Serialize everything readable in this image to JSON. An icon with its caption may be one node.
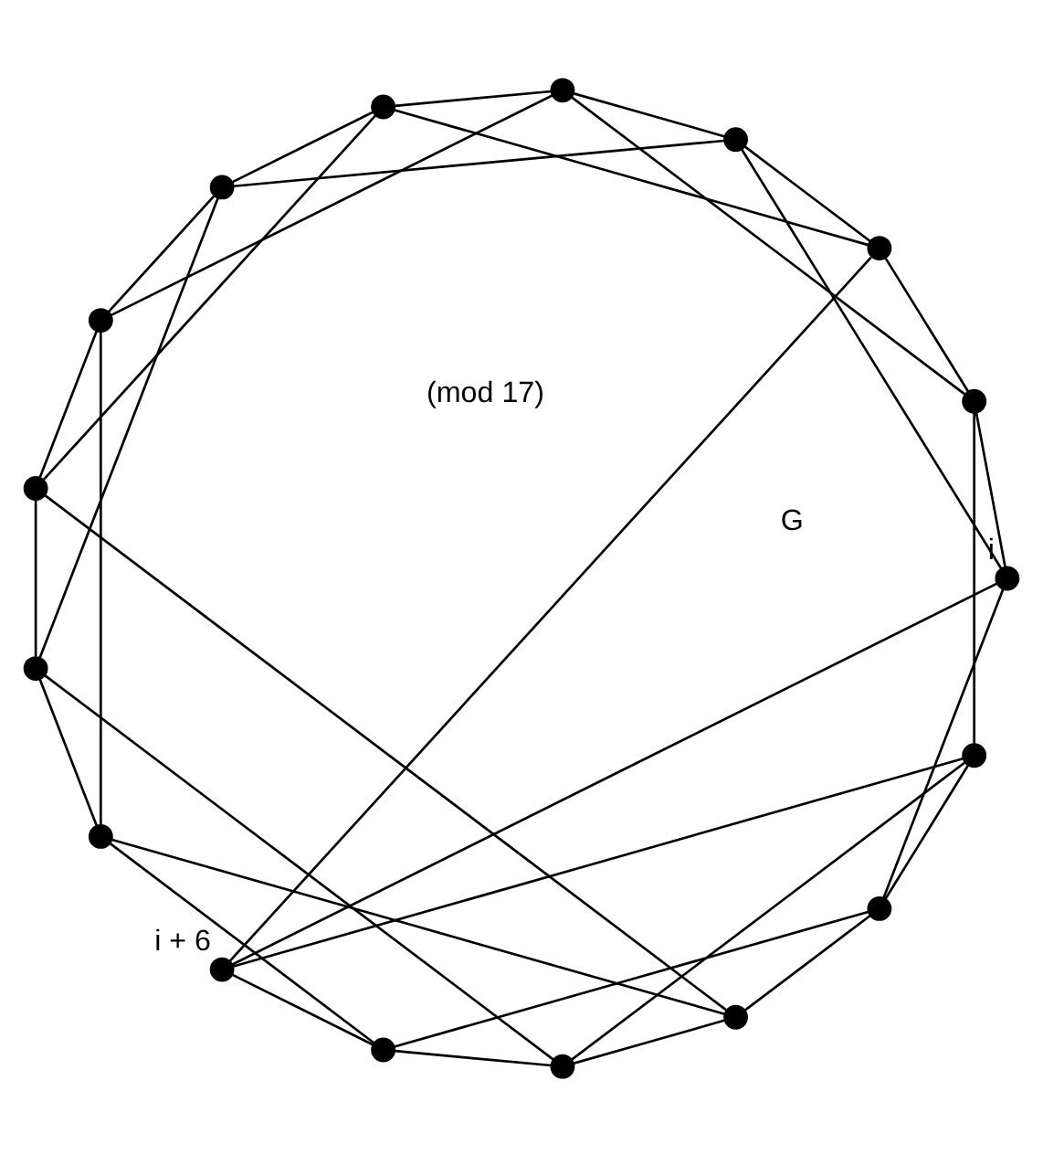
{
  "diagram": {
    "nodes": [
      {
        "text": [],
        "shape": "circle"
      },
      {
        "text": [],
        "shape": "circle"
      },
      {
        "text": [],
        "shape": "circle"
      },
      {
        "text": [],
        "shape": "circle",
        "beside": [
          "i"
        ]
      },
      {
        "text": [],
        "shape": "circle"
      },
      {
        "text": [],
        "shape": "circle"
      },
      {
        "text": [],
        "shape": "circle"
      },
      {
        "text": [],
        "shape": "circle"
      },
      {
        "text": [],
        "shape": "circle"
      },
      {
        "text": [],
        "shape": "circle",
        "beside": [
          "i + 6"
        ]
      },
      {
        "text": [],
        "shape": "circle"
      },
      {
        "text": [],
        "shape": "circle"
      },
      {
        "text": [],
        "shape": "circle"
      },
      {
        "text": [],
        "shape": "circle"
      },
      {
        "text": [],
        "shape": "circle"
      },
      {
        "text": [],
        "shape": "circle"
      },
      {
        "text": [],
        "shape": "circle"
      }
    ],
    "edges": [
      {
        "from": 0,
        "to": 1,
        "arrow": "none"
      },
      {
        "from": 1,
        "to": 2,
        "arrow": "none"
      },
      {
        "from": 2,
        "to": 3,
        "arrow": "none"
      },
      {
        "from": 3,
        "to": 4,
        "arrow": "none"
      },
      {
        "from": 4,
        "to": 5,
        "arrow": "none"
      },
      {
        "from": 5,
        "to": 6,
        "arrow": "none"
      },
      {
        "from": 6,
        "to": 7,
        "arrow": "none"
      },
      {
        "from": 7,
        "to": 8,
        "arrow": "none"
      },
      {
        "from": 8,
        "to": 9,
        "arrow": "none"
      },
      {
        "from": 9,
        "to": 10,
        "arrow": "none"
      },
      {
        "from": 10,
        "to": 11,
        "arrow": "none"
      },
      {
        "from": 11,
        "to": 12,
        "arrow": "none"
      },
      {
        "from": 12,
        "to": 13,
        "arrow": "none"
      },
      {
        "from": 13,
        "to": 14,
        "arrow": "none"
      },
      {
        "from": 14,
        "to": 15,
        "arrow": "none"
      },
      {
        "from": 15,
        "to": 16,
        "arrow": "none"
      },
      {
        "from": 16,
        "to": 0,
        "arrow": "none"
      },
      {
        "from": 0,
        "to": 6,
        "arrow": "none"
      },
      {
        "from": 1,
        "to": 7,
        "arrow": "none"
      },
      {
        "from": 2,
        "to": 8,
        "arrow": "none"
      },
      {
        "from": 3,
        "to": 9,
        "arrow": "none"
      },
      {
        "from": 4,
        "to": 10,
        "arrow": "none"
      },
      {
        "from": 5,
        "to": 11,
        "arrow": "none"
      },
      {
        "from": 6,
        "to": 12,
        "arrow": "none"
      },
      {
        "from": 7,
        "to": 13,
        "arrow": "none"
      },
      {
        "from": 8,
        "to": 14,
        "arrow": "none"
      },
      {
        "from": 9,
        "to": 15,
        "arrow": "none"
      },
      {
        "from": 10,
        "to": 16,
        "arrow": "none"
      },
      {
        "from": 11,
        "to": 0,
        "arrow": "none"
      },
      {
        "from": 12,
        "to": 1,
        "arrow": "none"
      },
      {
        "from": 13,
        "to": 2,
        "arrow": "none"
      },
      {
        "from": 14,
        "to": 3,
        "arrow": "none"
      },
      {
        "from": 15,
        "to": 4,
        "arrow": "none"
      },
      {
        "from": 16,
        "to": 5,
        "arrow": "none"
      }
    ],
    "labels": [
      "G",
      "(mod 17)"
    ]
  }
}
